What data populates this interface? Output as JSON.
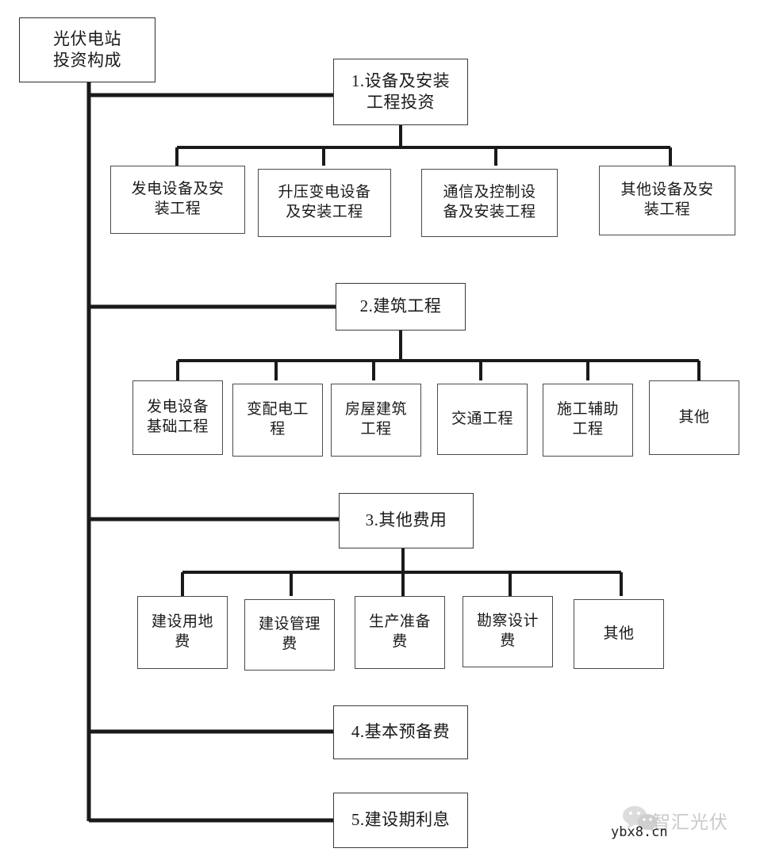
{
  "diagram": {
    "title": "光伏电站投资构成",
    "root": {
      "label": "光伏电站\n投资构成"
    },
    "branches": [
      {
        "label": "1.设备及安装\n工程投资",
        "children": [
          {
            "label": "发电设备及安\n装工程"
          },
          {
            "label": "升压变电设备\n及安装工程"
          },
          {
            "label": "通信及控制设\n备及安装工程"
          },
          {
            "label": "其他设备及安\n装工程"
          }
        ]
      },
      {
        "label": "2.建筑工程",
        "children": [
          {
            "label": "发电设备\n基础工程"
          },
          {
            "label": "变配电工\n程"
          },
          {
            "label": "房屋建筑\n工程"
          },
          {
            "label": "交通工程"
          },
          {
            "label": "施工辅助\n工程"
          },
          {
            "label": "其他"
          }
        ]
      },
      {
        "label": "3.其他费用",
        "children": [
          {
            "label": "建设用地\n费"
          },
          {
            "label": "建设管理\n费"
          },
          {
            "label": "生产准备\n费"
          },
          {
            "label": "勘察设计\n费"
          },
          {
            "label": "其他"
          }
        ]
      },
      {
        "label": "4.基本预备费",
        "children": []
      },
      {
        "label": "5.建设期利息",
        "children": []
      }
    ]
  },
  "watermark": {
    "brand": "智汇光伏",
    "url": "ybx8.cn",
    "icon": "wechat-icon"
  },
  "colors": {
    "line": "#1a1a1a",
    "box_border": "#3a3a3a",
    "text": "#1a1a1a",
    "background": "#ffffff",
    "watermark_brand": "#c9c9c9",
    "watermark_url": "#222222"
  }
}
